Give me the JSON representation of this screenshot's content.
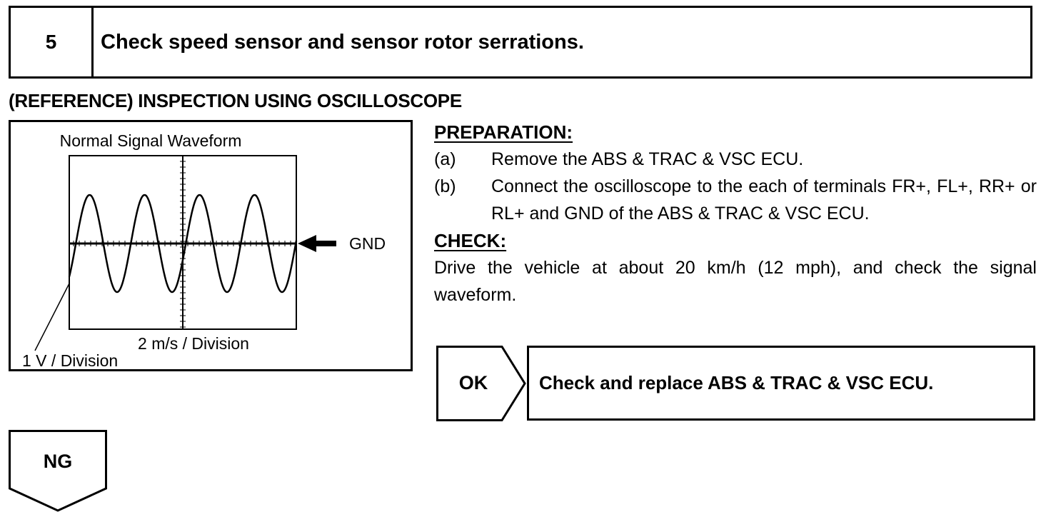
{
  "step": {
    "number": "5",
    "title": "Check speed sensor and sensor rotor serrations."
  },
  "reference_heading": "(REFERENCE) INSPECTION USING OSCILLOSCOPE",
  "figure": {
    "title": "Normal Signal Waveform",
    "gnd_label": "GND",
    "x_scale_label": "2 m/s / Division",
    "y_scale_label": "1 V / Division"
  },
  "preparation": {
    "heading": "PREPARATION:",
    "items": [
      {
        "letter": "(a)",
        "text": "Remove the ABS & TRAC & VSC ECU."
      },
      {
        "letter": "(b)",
        "text": "Connect the oscilloscope to the each of terminals FR+, FL+, RR+ or RL+ and GND of the ABS & TRAC & VSC ECU."
      }
    ]
  },
  "check": {
    "heading": "CHECK:",
    "text": "Drive the vehicle at about 20 km/h (12 mph), and check the signal waveform."
  },
  "ok": {
    "label": "OK",
    "action": "Check and replace ABS & TRAC & VSC ECU."
  },
  "ng": {
    "label": "NG"
  }
}
